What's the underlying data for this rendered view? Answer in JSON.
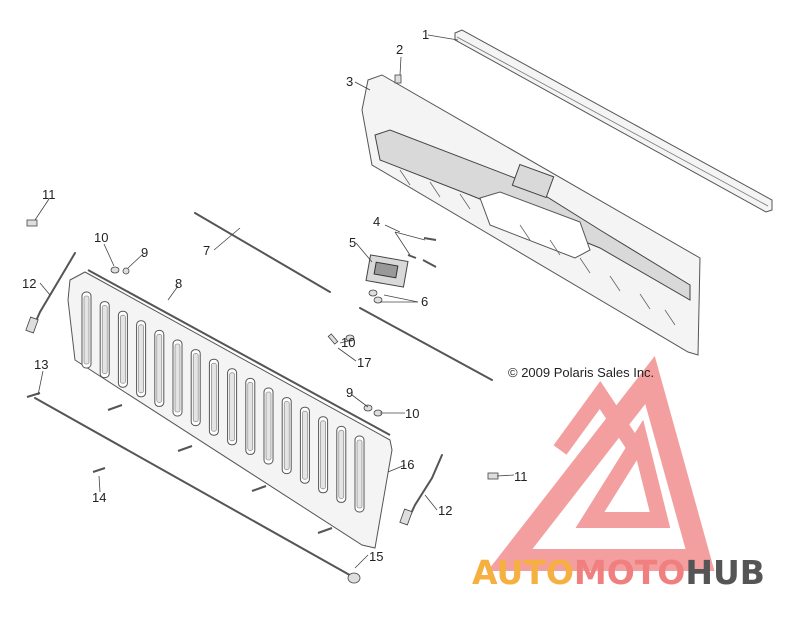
{
  "callouts": {
    "c1": "1",
    "c2": "2",
    "c3": "3",
    "c4": "4",
    "c5": "5",
    "c6": "6",
    "c7": "7",
    "c8": "8",
    "c9a": "9",
    "c9b": "9",
    "c10a": "10",
    "c10b": "10",
    "c10c": "10",
    "c11a": "11",
    "c11b": "11",
    "c12a": "12",
    "c12b": "12",
    "c13": "13",
    "c14": "14",
    "c15": "15",
    "c16": "16",
    "c17": "17"
  },
  "copyright": "© 2009 Polaris Sales Inc.",
  "watermark": {
    "auto": "AUTO",
    "moto": "MOTO",
    "hub": "HUB"
  },
  "colors": {
    "watermark_red": "#f08080",
    "watermark_orange": "#f5b041",
    "watermark_gray": "#555555"
  }
}
